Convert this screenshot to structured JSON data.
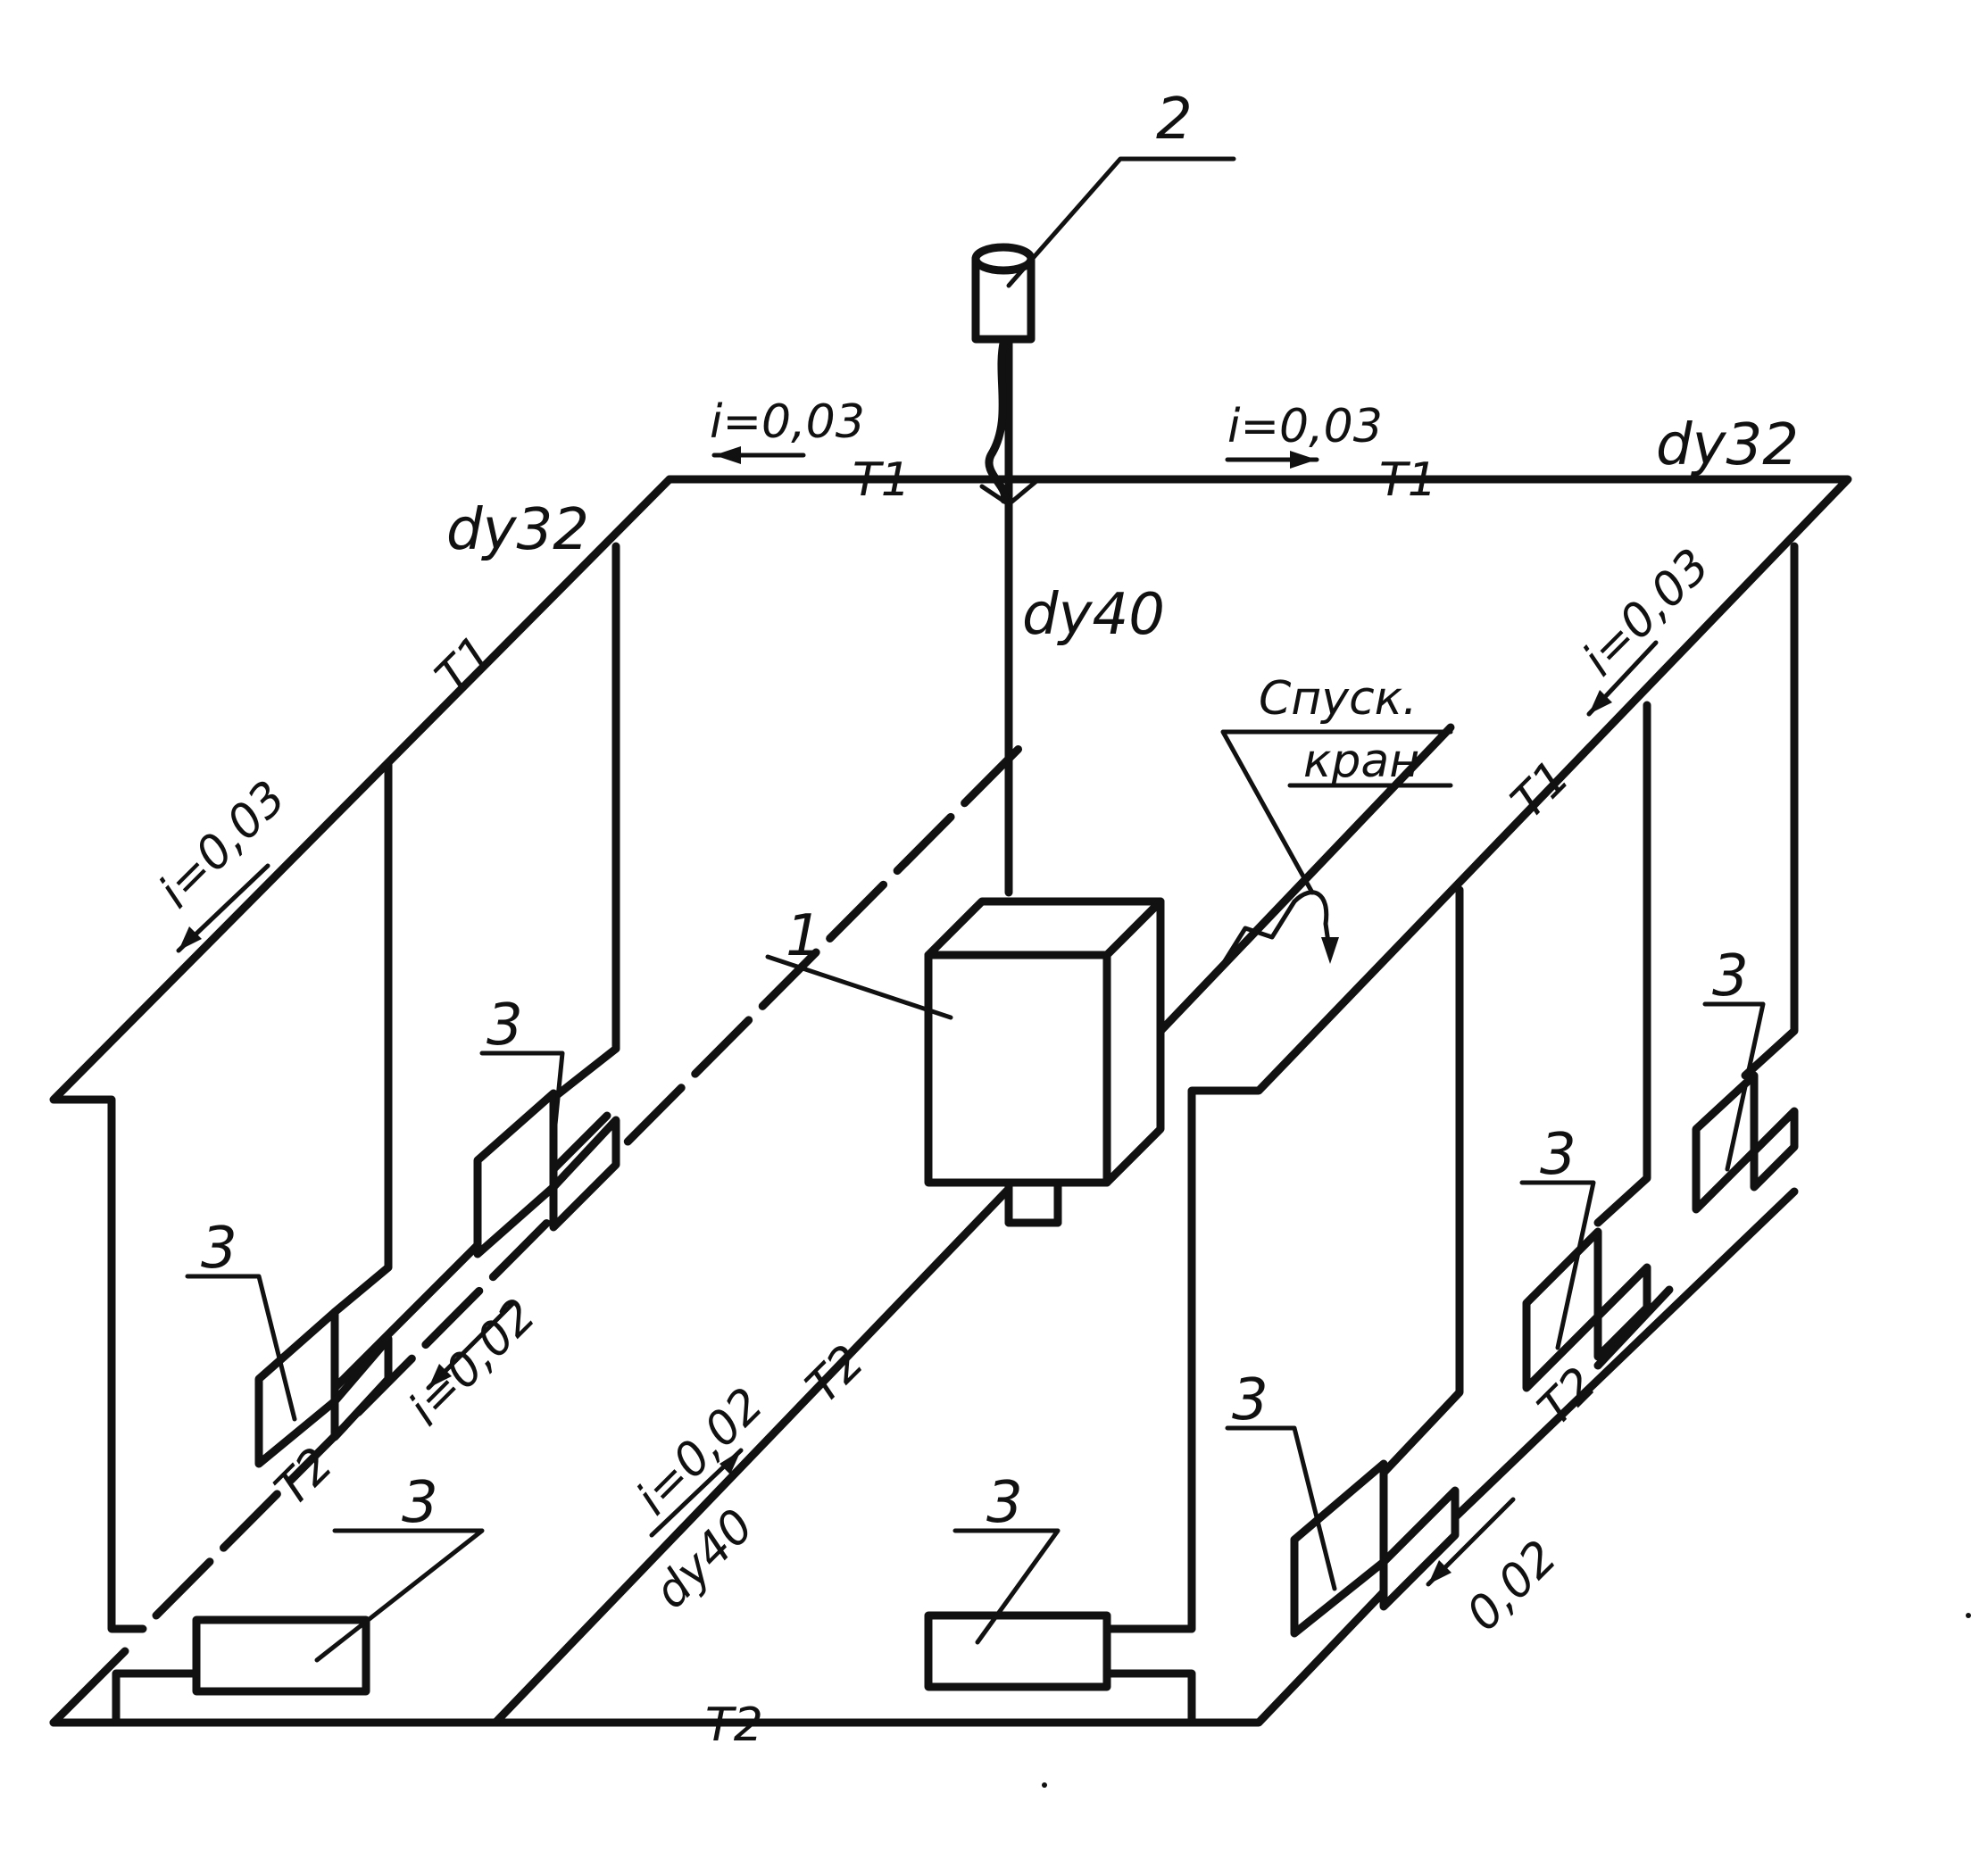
{
  "labels": {
    "num_1": "1",
    "num_2": "2",
    "num_3": "3",
    "t1": "T1",
    "t2": "T2",
    "dy32": "dy32",
    "dy40": "dy40",
    "i003": "i=0,03",
    "i002": "i=0,02",
    "slope_002": "0,02",
    "drain_line1": "Спуск.",
    "drain_line2": "кран"
  },
  "colors": {
    "ink": "#111111",
    "paper": "#ffffff"
  }
}
